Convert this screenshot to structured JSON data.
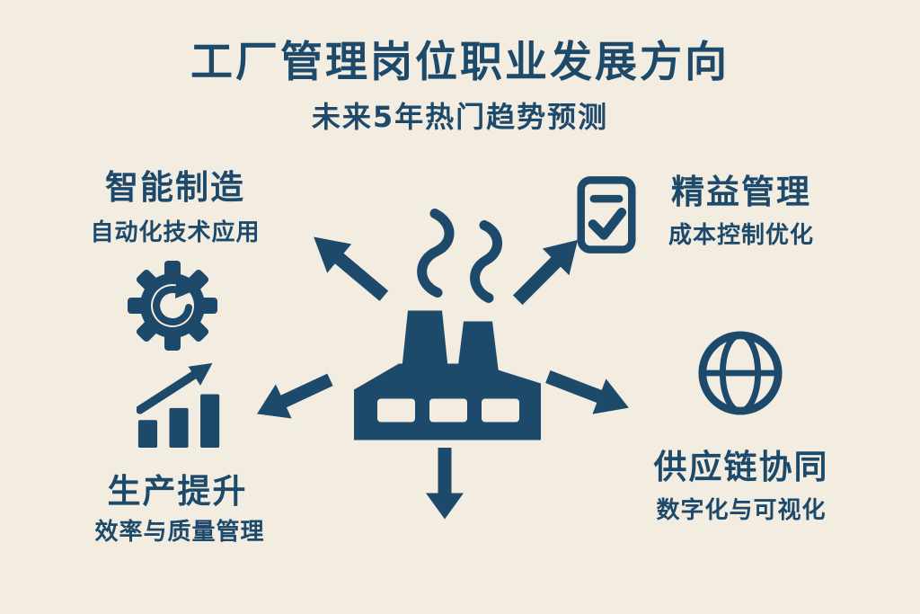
{
  "title": "工厂管理岗位职业发展方向",
  "subtitle": "未来5年热门趋势预测",
  "colors": {
    "background": "#f2ece1",
    "primary": "#1d4a6b"
  },
  "center": {
    "icon": "factory-icon"
  },
  "nodes": [
    {
      "id": "smart-manufacturing",
      "title": "智能制造",
      "subtitle": "自动化技术应用",
      "icon": "gear-refresh-icon"
    },
    {
      "id": "lean-management",
      "title": "精益管理",
      "subtitle": "成本控制优化",
      "icon": "clipboard-check-icon"
    },
    {
      "id": "production-improvement",
      "title": "生产提升",
      "subtitle": "效率与质量管理",
      "icon": "bar-chart-arrow-icon"
    },
    {
      "id": "supply-chain",
      "title": "供应链协同",
      "subtitle": "数字化与可视化",
      "icon": "globe-icon"
    }
  ],
  "arrows": [
    "to-top-left",
    "to-top-right",
    "to-bottom-left",
    "to-bottom-right",
    "to-bottom"
  ]
}
